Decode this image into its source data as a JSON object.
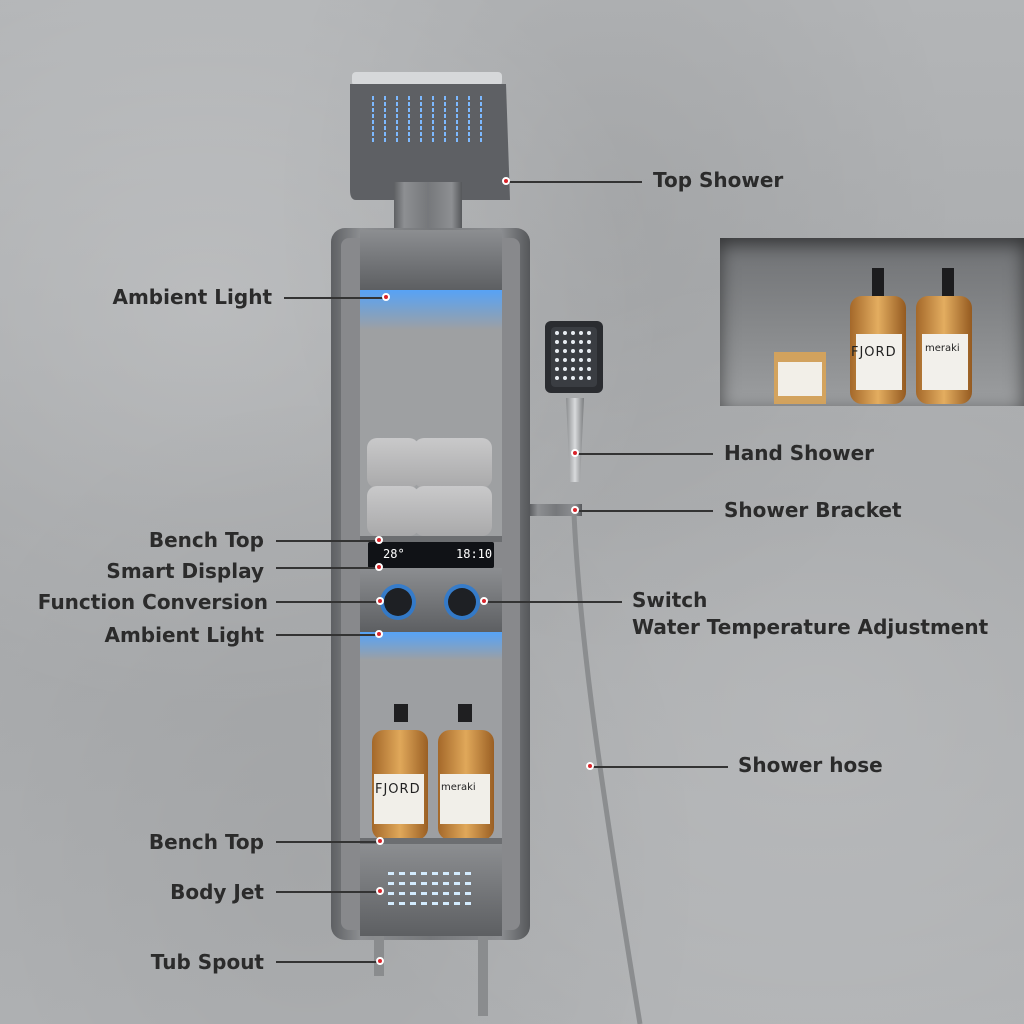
{
  "callouts": {
    "top_shower": "Top Shower",
    "ambient_light_top": "Ambient Light",
    "hand_shower": "Hand Shower",
    "shower_bracket": "Shower Bracket",
    "bench_top_upper": "Bench Top",
    "smart_display": "Smart Display",
    "function_conversion": "Function Conversion",
    "switch": "Switch",
    "water_temperature_adjustment": "Water Temperature Adjustment",
    "ambient_light_mid": "Ambient Light",
    "shower_hose": "Shower hose",
    "bench_top_lower": "Bench Top",
    "body_jet": "Body Jet",
    "tub_spout": "Tub Spout"
  },
  "display": {
    "temperature": "28°",
    "clock": "18:10"
  },
  "bottles": {
    "fjord_brand": "FJORD",
    "meraki_brand": "meraki"
  },
  "colors": {
    "callout_dot": "#d9242a",
    "ambient_light": "#3f8fff",
    "panel_metal": "#7a7c7f"
  }
}
